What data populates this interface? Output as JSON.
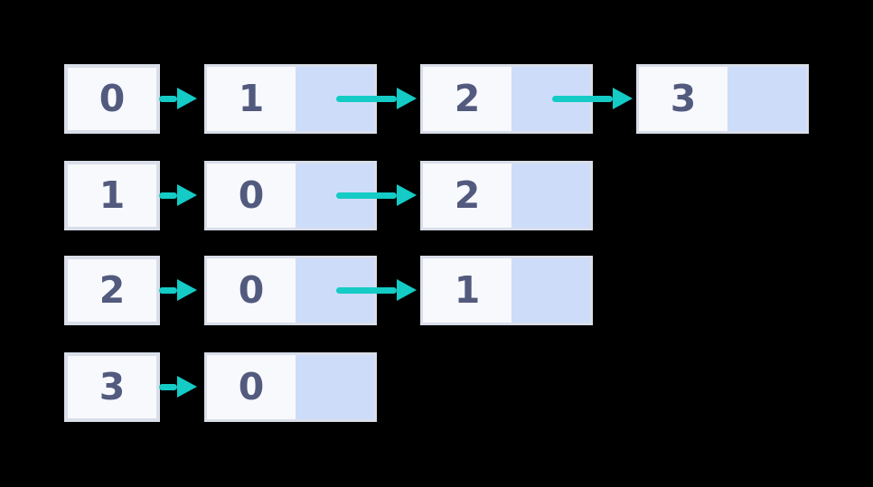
{
  "diagram": {
    "type": "adjacency-list",
    "rows": [
      {
        "head": "0",
        "nodes": [
          "1",
          "2",
          "3"
        ]
      },
      {
        "head": "1",
        "nodes": [
          "0",
          "2"
        ]
      },
      {
        "head": "2",
        "nodes": [
          "0",
          "1"
        ]
      },
      {
        "head": "3",
        "nodes": [
          "0"
        ]
      }
    ]
  },
  "colors": {
    "background": "#000000",
    "box_fill": "#f7f9fd",
    "pointer_fill": "#cdddf9",
    "box_border": "#d9dee9",
    "arrow": "#14cbc5",
    "digit": "#525a7e"
  }
}
